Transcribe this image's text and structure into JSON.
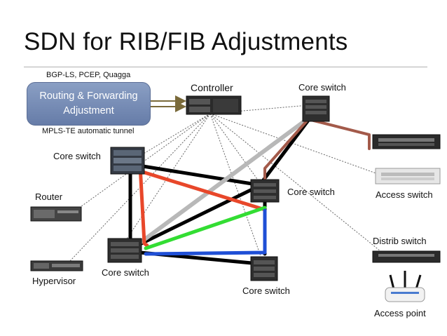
{
  "title": "SDN for RIB/FIB Adjustments",
  "routing_box": {
    "line1": "Routing & Forwarding",
    "line2": "Adjustment",
    "top_caption": "BGP-LS, PCEP, Quagga",
    "bottom_caption": "MPLS-TE automatic tunnel"
  },
  "nodes": {
    "controller": "Controller",
    "core_top_right": "Core switch",
    "core_upper_left": "Core switch",
    "core_middle": "Core switch",
    "core_lower_left": "Core switch",
    "core_bottom": "Core switch",
    "router": "Router",
    "hypervisor": "Hypervisor",
    "access_switch": "Access switch",
    "distrib_switch": "Distrib switch",
    "access_point": "Access point"
  },
  "colors": {
    "routing_box": "#7488b3",
    "link_red": "#e8472a",
    "link_green": "#33dd33",
    "link_blue": "#1f4fd6",
    "link_brown": "#a35a4a",
    "link_gray": "#b8b8b8",
    "link_black": "#000000",
    "control_arrow": "#7a6a3a"
  }
}
